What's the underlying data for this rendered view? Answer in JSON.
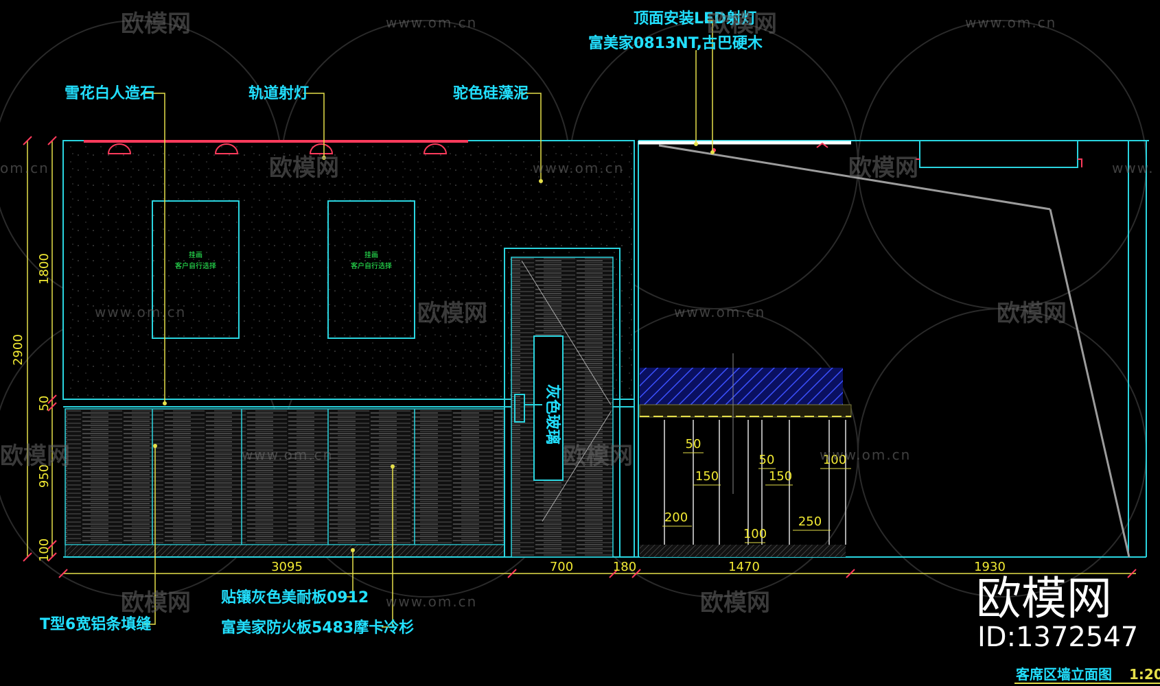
{
  "callouts": {
    "snowflake_stone": "雪花白人造石",
    "track_light": "轨道射灯",
    "diatom_mud": "驼色硅藻泥",
    "ceiling_led": "顶面安装LED射灯",
    "ceiling_wood": "富美家0813NT,古巴硬木",
    "gray_panel": "贴镶灰色美耐板0912",
    "aluminum_strip": "T型6宽铝条填缝",
    "fire_board": "富美家防火板5483摩卡冷杉",
    "door_label": "灰色玻璃"
  },
  "picture_frame_text": [
    "挂画",
    "客户自行选择"
  ],
  "dimensions": {
    "horizontal": [
      "3095",
      "700",
      "180",
      "1470",
      "1930"
    ],
    "vertical_inner": [
      "1800",
      "50",
      "950",
      "100"
    ],
    "vertical_outer": [
      "2900"
    ],
    "cabinet": [
      "50",
      "150",
      "50",
      "150",
      "100",
      "200",
      "100",
      "250"
    ]
  },
  "watermark": {
    "brand": "欧模网",
    "url": "www.om.cn",
    "url_partial": "om.cn",
    "url_partial_right": "www.",
    "id_text": "ID:1372547"
  },
  "title_block": {
    "title": "客席区墙立面图",
    "scale": "1:20"
  },
  "colors": {
    "background": "#000000",
    "line_cyan": "#2ad5e0",
    "callout_yellow": "#e6e04a",
    "dimension_yellow": "#f2ea33",
    "light_red": "#ff3b5c",
    "label_cyan": "#22e0ff"
  }
}
